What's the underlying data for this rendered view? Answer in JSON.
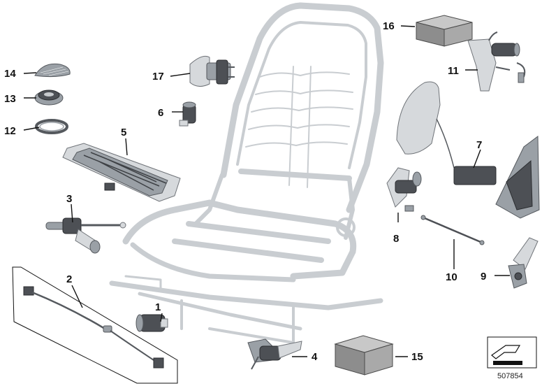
{
  "diagram": {
    "document_number": "507854",
    "callouts": [
      "1",
      "2",
      "3",
      "4",
      "5",
      "6",
      "7",
      "8",
      "9",
      "10",
      "11",
      "12",
      "13",
      "14",
      "15",
      "16",
      "17"
    ]
  }
}
